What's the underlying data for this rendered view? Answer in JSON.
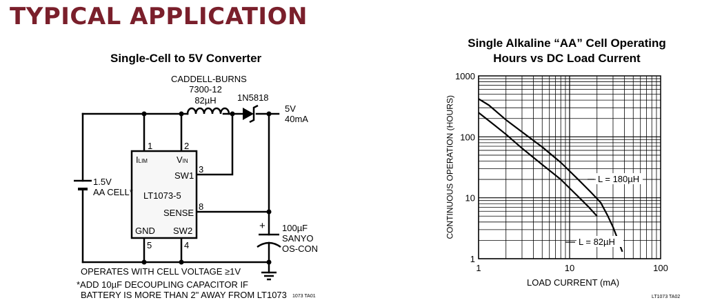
{
  "page": {
    "heading": "TYPICAL APPLICATION"
  },
  "schematic": {
    "title": "Single-Cell to 5V Converter",
    "inductor_maker": "CADDELL-BURNS",
    "inductor_part": "7300-12",
    "inductor_value": "82µH",
    "diode": "1N5818",
    "output_voltage": "5V",
    "output_current": "40mA",
    "battery_voltage": "1.5V",
    "battery_type": "AA CELL*",
    "ic_name": "LT1073-5",
    "pin_ilim": "I",
    "pin_ilim_sub": "LIM",
    "pin_vin": "V",
    "pin_vin_sub": "IN",
    "pin_sw1": "SW1",
    "pin_sense": "SENSE",
    "pin_gnd": "GND",
    "pin_sw2": "SW2",
    "pin_numbers": {
      "ilim": "1",
      "vin": "2",
      "sw1": "3",
      "sense": "8",
      "gnd": "5",
      "sw2": "4"
    },
    "capacitor_plus": "+",
    "capacitor_value": "100µF",
    "capacitor_maker": "SANYO",
    "capacitor_type": "OS-CON",
    "note_operates": "OPERATES WITH CELL VOLTAGE ≥1V",
    "note_line1": "*ADD 10µF DECOUPLING CAPACITOR IF",
    "note_line2": "BATTERY IS MORE THAN 2\" AWAY FROM LT1073",
    "figure_id": "1073 TA01"
  },
  "chart_data": {
    "type": "line",
    "title": "Single Alkaline “AA” Cell Operating Hours vs DC Load Current",
    "title_line1": "Single Alkaline “AA” Cell Operating",
    "title_line2": "Hours vs DC Load Current",
    "xlabel": "LOAD CURRENT (mA)",
    "ylabel": "CONTINUOUS OPERATION (HOURS)",
    "xscale": "log",
    "yscale": "log",
    "xlim": [
      1,
      100
    ],
    "ylim": [
      1,
      1000
    ],
    "xticks": [
      1,
      10,
      100
    ],
    "xtick_labels": [
      "1",
      "10",
      "100"
    ],
    "yticks": [
      1,
      10,
      100,
      1000
    ],
    "ytick_labels": [
      "1",
      "10",
      "100",
      "1000"
    ],
    "grid": true,
    "series": [
      {
        "name": "L = 180µH",
        "x": [
          1,
          1.3,
          2,
          3,
          5,
          8,
          12,
          17,
          22,
          26,
          30,
          33,
          35.5,
          38
        ],
        "y": [
          420,
          330,
          190,
          120,
          68,
          38,
          21,
          12.5,
          8.3,
          5.2,
          3.3,
          2.3,
          1.7,
          1.3
        ]
      },
      {
        "name": "L = 82µH",
        "x": [
          1,
          1.5,
          2,
          3,
          5,
          8,
          12,
          16,
          20
        ],
        "y": [
          250,
          155,
          110,
          65,
          35,
          20,
          11,
          7.2,
          5
        ]
      }
    ],
    "figure_id": "LT1073 TA02"
  }
}
